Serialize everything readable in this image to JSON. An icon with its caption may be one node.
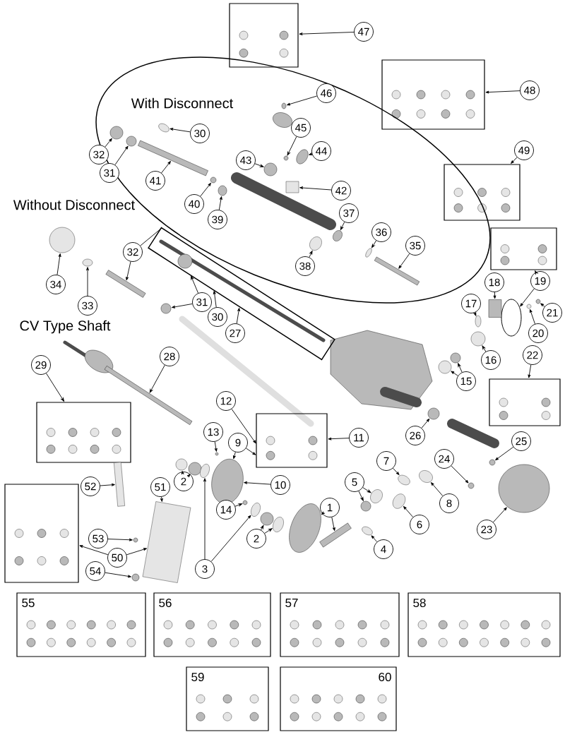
{
  "diagram": {
    "nodes": [
      {
        "text": [],
        "shape": "box"
      },
      {
        "text": [
          "47"
        ]
      },
      {
        "text": [],
        "shape": "box"
      },
      {
        "text": [
          "48"
        ]
      },
      {
        "text": [
          "With Disconnect"
        ]
      },
      {
        "text": [
          "46"
        ],
        "in": 4
      },
      {
        "text": [
          "30"
        ],
        "in": 4
      },
      {
        "text": [
          "45"
        ],
        "in": 4
      },
      {
        "text": [
          "32"
        ]
      },
      {
        "text": [
          "44"
        ],
        "in": 4
      },
      {
        "text": [
          "43"
        ],
        "in": 4
      },
      {
        "text": [
          "31"
        ]
      },
      {
        "text": [
          "41"
        ],
        "in": 4
      },
      {
        "text": [
          "42"
        ],
        "in": 4
      },
      {
        "text": [
          "40"
        ],
        "in": 4
      },
      {
        "text": [
          "39"
        ],
        "in": 4
      },
      {
        "text": [
          "37"
        ],
        "in": 4
      },
      {
        "text": [
          "36"
        ],
        "in": 4
      },
      {
        "text": [
          "35"
        ],
        "in": 4
      },
      {
        "text": [
          "38"
        ],
        "in": 4
      },
      {
        "text": [],
        "shape": "box"
      },
      {
        "text": [
          "49"
        ]
      },
      {
        "text": [],
        "shape": "box"
      },
      {
        "text": [],
        "shape": "circle"
      },
      {
        "text": [
          "19"
        ]
      },
      {
        "text": [
          "18"
        ]
      },
      {
        "text": [
          "21"
        ]
      },
      {
        "text": [
          "17"
        ]
      },
      {
        "text": [
          "20"
        ]
      },
      {
        "text": [],
        "shape": "box"
      },
      {
        "text": [
          "32"
        ]
      },
      {
        "text": [
          "34"
        ]
      },
      {
        "text": [
          "33"
        ]
      },
      {
        "text": [
          "31"
        ]
      },
      {
        "text": [
          "30"
        ]
      },
      {
        "text": [
          "27"
        ]
      },
      {
        "text": [
          "16"
        ]
      },
      {
        "text": [
          "15"
        ]
      },
      {
        "text": [],
        "shape": "box"
      },
      {
        "text": [
          "22"
        ]
      },
      {
        "text": [
          "29"
        ]
      },
      {
        "text": [],
        "shape": "box"
      },
      {
        "text": [
          "28"
        ]
      },
      {
        "text": [
          "12"
        ]
      },
      {
        "text": [
          "13"
        ]
      },
      {
        "text": [
          "9"
        ]
      },
      {
        "text": [],
        "shape": "box"
      },
      {
        "text": [
          "11"
        ]
      },
      {
        "text": [
          "26"
        ]
      },
      {
        "text": [
          "25"
        ]
      },
      {
        "text": [
          "24"
        ]
      },
      {
        "text": [
          "7"
        ]
      },
      {
        "text": [
          "5"
        ]
      },
      {
        "text": [
          "8"
        ]
      },
      {
        "text": [
          "10"
        ]
      },
      {
        "text": [
          "52"
        ]
      },
      {
        "text": [
          "2"
        ]
      },
      {
        "text": [
          "51"
        ]
      },
      {
        "text": [
          "14"
        ]
      },
      {
        "text": [
          "1"
        ]
      },
      {
        "text": [
          "6"
        ]
      },
      {
        "text": [
          "23"
        ]
      },
      {
        "text": [
          "4"
        ]
      },
      {
        "text": [
          "2"
        ]
      },
      {
        "text": [
          "53"
        ]
      },
      {
        "text": [],
        "shape": "box"
      },
      {
        "text": [
          "50"
        ]
      },
      {
        "text": [
          "54"
        ]
      },
      {
        "text": [
          "3"
        ]
      },
      {
        "text": [
          "55"
        ]
      },
      {
        "text": [
          "56"
        ]
      },
      {
        "text": [
          "57"
        ]
      },
      {
        "text": [
          "58"
        ]
      },
      {
        "text": [
          "59"
        ]
      },
      {
        "text": [
          "60"
        ]
      },
      {
        "text": [],
        "shape": "circle",
        "in": 4
      },
      {
        "text": [],
        "shape": "circle",
        "in": 4
      },
      {
        "text": [],
        "shape": "circle",
        "in": 4
      },
      {
        "text": [],
        "shape": "circle",
        "in": 4
      },
      {
        "text": [],
        "shape": "circle",
        "in": 4
      },
      {
        "text": [],
        "shape": "circle",
        "in": 4
      },
      {
        "text": [],
        "shape": "circle",
        "in": 4
      },
      {
        "text": [],
        "shape": "box",
        "in": 4
      },
      {
        "text": [],
        "shape": "box",
        "in": 4
      },
      {
        "text": [],
        "shape": "circle",
        "in": 4
      },
      {
        "text": [],
        "shape": "circle",
        "in": 4
      },
      {
        "text": [],
        "shape": "circle",
        "in": 4
      },
      {
        "text": [],
        "shape": "circle",
        "in": 4
      },
      {
        "text": [],
        "shape": "box",
        "in": 4
      },
      {
        "text": [],
        "shape": "circle",
        "in": 4
      },
      {
        "text": [],
        "shape": "box"
      },
      {
        "text": [],
        "shape": "circle"
      },
      {
        "text": [],
        "shape": "circle"
      },
      {
        "text": [],
        "shape": "circle"
      },
      {
        "text": [],
        "shape": "box"
      },
      {
        "text": [],
        "shape": "circle"
      },
      {
        "text": [],
        "shape": "circle"
      },
      {
        "text": [],
        "shape": "circle"
      },
      {
        "text": [],
        "shape": "box"
      },
      {
        "text": [],
        "shape": "circle"
      },
      {
        "text": [],
        "shape": "circle"
      },
      {
        "text": [],
        "shape": "circle"
      },
      {
        "text": [],
        "shape": "circle"
      },
      {
        "text": [],
        "shape": "circle"
      },
      {
        "text": [],
        "shape": "circle"
      },
      {
        "text": [],
        "shape": "circle"
      },
      {
        "text": [],
        "shape": "circle"
      },
      {
        "text": [],
        "shape": "circle"
      },
      {
        "text": [],
        "shape": "box"
      },
      {
        "text": [],
        "shape": "circle"
      },
      {
        "text": [],
        "shape": "circle"
      },
      {
        "text": [],
        "shape": "box"
      },
      {
        "text": [],
        "shape": "circle"
      },
      {
        "text": [],
        "shape": "circle"
      },
      {
        "text": [],
        "shape": "box"
      },
      {
        "text": [],
        "shape": "circle"
      },
      {
        "text": [],
        "shape": "circle"
      },
      {
        "text": [],
        "shape": "circle"
      },
      {
        "text": [],
        "shape": "circle"
      },
      {
        "text": [],
        "shape": "circle"
      },
      {
        "text": [],
        "shape": "circle"
      },
      {
        "text": [],
        "shape": "circle"
      },
      {
        "text": [],
        "shape": "circle"
      },
      {
        "text": [],
        "shape": "circle"
      },
      {
        "text": [],
        "shape": "circle"
      },
      {
        "text": [],
        "shape": "circle"
      },
      {
        "text": [],
        "shape": "circle"
      }
    ],
    "edges": [
      {
        "from": 1,
        "to": 0,
        "arrow": "to"
      },
      {
        "from": 3,
        "to": 2,
        "arrow": "to"
      },
      {
        "from": 5,
        "to": 75,
        "arrow": "to"
      },
      {
        "from": 6,
        "to": 76,
        "arrow": "to"
      },
      {
        "from": 7,
        "to": 77,
        "arrow": "to"
      },
      {
        "from": 8,
        "to": 78,
        "arrow": "to"
      },
      {
        "from": 9,
        "to": 79,
        "arrow": "to"
      },
      {
        "from": 10,
        "to": 80,
        "arrow": "to"
      },
      {
        "from": 11,
        "to": 81,
        "arrow": "to"
      },
      {
        "from": 12,
        "to": 82,
        "arrow": "to"
      },
      {
        "from": 13,
        "to": 83,
        "arrow": "to"
      },
      {
        "from": 14,
        "to": 84,
        "arrow": "to"
      },
      {
        "from": 15,
        "to": 85,
        "arrow": "to"
      },
      {
        "from": 16,
        "to": 86,
        "arrow": "to"
      },
      {
        "from": 17,
        "to": 87,
        "arrow": "to"
      },
      {
        "from": 18,
        "to": 88,
        "arrow": "to"
      },
      {
        "from": 19,
        "to": 89,
        "arrow": "to"
      },
      {
        "from": 21,
        "to": 20,
        "arrow": "to"
      },
      {
        "from": 24,
        "to": 22,
        "arrow": "to"
      },
      {
        "from": 24,
        "to": 23,
        "arrow": "to"
      },
      {
        "from": 25,
        "to": 90,
        "arrow": "to"
      },
      {
        "from": 26,
        "to": 91,
        "arrow": "to"
      },
      {
        "from": 27,
        "to": 92,
        "arrow": "to"
      },
      {
        "from": 28,
        "to": 93,
        "arrow": "to"
      },
      {
        "from": 30,
        "to": 29,
        "arrow": "none"
      },
      {
        "from": 30,
        "to": 94,
        "arrow": "to"
      },
      {
        "from": 31,
        "to": 95,
        "arrow": "to"
      },
      {
        "from": 32,
        "to": 96,
        "arrow": "to"
      },
      {
        "from": 33,
        "to": 97,
        "arrow": "to"
      },
      {
        "from": 33,
        "to": 29,
        "arrow": "to"
      },
      {
        "from": 34,
        "to": 29,
        "arrow": "to"
      },
      {
        "from": 35,
        "to": 29,
        "arrow": "to"
      },
      {
        "from": 36,
        "to": 124,
        "arrow": "to"
      },
      {
        "from": 37,
        "to": 125,
        "arrow": "to"
      },
      {
        "from": 37,
        "to": 126,
        "arrow": "to"
      },
      {
        "from": 39,
        "to": 38,
        "arrow": "to"
      },
      {
        "from": 40,
        "to": 41,
        "arrow": "to"
      },
      {
        "from": 42,
        "to": 98,
        "arrow": "to"
      },
      {
        "from": 43,
        "to": 46,
        "arrow": "to"
      },
      {
        "from": 44,
        "to": 99,
        "arrow": "to"
      },
      {
        "from": 45,
        "to": 46,
        "arrow": "to"
      },
      {
        "from": 45,
        "to": 100,
        "arrow": "to"
      },
      {
        "from": 47,
        "to": 46,
        "arrow": "to"
      },
      {
        "from": 48,
        "to": 101,
        "arrow": "to"
      },
      {
        "from": 49,
        "to": 102,
        "arrow": "to"
      },
      {
        "from": 50,
        "to": 103,
        "arrow": "to"
      },
      {
        "from": 51,
        "to": 104,
        "arrow": "to"
      },
      {
        "from": 52,
        "to": 105,
        "arrow": "to"
      },
      {
        "from": 52,
        "to": 106,
        "arrow": "to"
      },
      {
        "from": 53,
        "to": 107,
        "arrow": "to"
      },
      {
        "from": 54,
        "to": 100,
        "arrow": "to"
      },
      {
        "from": 55,
        "to": 108,
        "arrow": "to"
      },
      {
        "from": 56,
        "to": 109,
        "arrow": "to"
      },
      {
        "from": 56,
        "to": 110,
        "arrow": "to"
      },
      {
        "from": 57,
        "to": 111,
        "arrow": "to"
      },
      {
        "from": 58,
        "to": 112,
        "arrow": "to"
      },
      {
        "from": 59,
        "to": 113,
        "arrow": "to"
      },
      {
        "from": 59,
        "to": 114,
        "arrow": "to"
      },
      {
        "from": 60,
        "to": 115,
        "arrow": "to"
      },
      {
        "from": 61,
        "to": 116,
        "arrow": "to"
      },
      {
        "from": 62,
        "to": 117,
        "arrow": "to"
      },
      {
        "from": 63,
        "to": 118,
        "arrow": "to"
      },
      {
        "from": 63,
        "to": 119,
        "arrow": "to"
      },
      {
        "from": 64,
        "to": 120,
        "arrow": "to"
      },
      {
        "from": 66,
        "to": 65,
        "arrow": "to"
      },
      {
        "from": 66,
        "to": 111,
        "arrow": "to"
      },
      {
        "from": 67,
        "to": 121,
        "arrow": "to"
      },
      {
        "from": 68,
        "to": 122,
        "arrow": "to"
      },
      {
        "from": 68,
        "to": 123,
        "arrow": "to"
      }
    ],
    "labels": [
      "Without Disconnect",
      "CV Type Shaft"
    ]
  }
}
